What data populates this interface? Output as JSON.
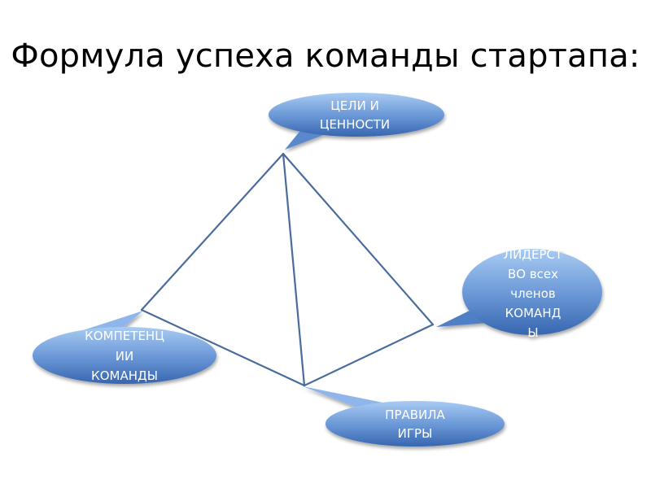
{
  "slide": {
    "title": "Формула успеха команды стартапа:"
  },
  "diagram": {
    "bubbles": {
      "goals": {
        "lines": [
          "ЦЕЛИ И",
          "ЦЕННОСТИ"
        ]
      },
      "leadership": {
        "lines": [
          "ЛИДЕРСТ",
          "ВО всех",
          "членов",
          "КОМАНД",
          "Ы"
        ]
      },
      "competencies": {
        "lines": [
          "КОМПЕТЕНЦ",
          "ИИ",
          "КОМАНДЫ"
        ]
      },
      "rules": {
        "lines": [
          "ПРАВИЛА",
          "ИГРЫ"
        ]
      }
    },
    "colors": {
      "bubble_top": "#9ec3ef",
      "bubble_bottom": "#3d6fb8",
      "edge": "#4a6c9c"
    }
  }
}
